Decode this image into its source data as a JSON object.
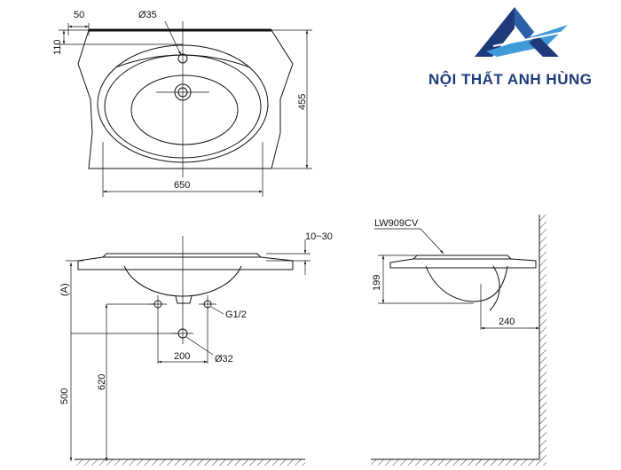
{
  "brand": {
    "name": "NỘI THẤT ANH HÙNG",
    "logo_icon": "triangle-a-logo-icon",
    "colors": {
      "navy": "#1f3a7a",
      "blue": "#2b5fa8",
      "sky": "#3f9ad8"
    }
  },
  "top_view": {
    "dim_offset": "50",
    "dim_hole_diameter": "Ø35",
    "dim_hole_offset": "110",
    "dim_width": "650",
    "dim_depth": "455"
  },
  "front_view": {
    "dim_lip": "10~30",
    "dim_height_label": "(A)",
    "dim_drain_height": "500",
    "dim_supply_height": "620",
    "dim_supply_spacing": "200",
    "dim_thread": "G1/2",
    "dim_drain_diameter": "Ø32"
  },
  "side_view": {
    "model": "LW909CV",
    "dim_bowl_height": "199",
    "dim_wall_distance": "240"
  }
}
